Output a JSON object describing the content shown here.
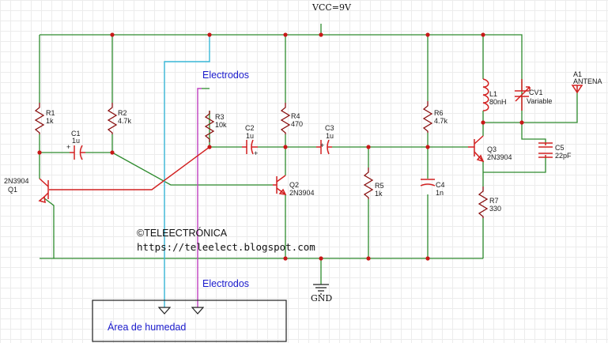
{
  "supply": {
    "label": "VCC=9V"
  },
  "ground": {
    "label": "GND"
  },
  "watermark": {
    "line1": "©TELEECTRÓNICA",
    "line2": "https://teleelect.blogspot.com"
  },
  "electrodes": {
    "top_label": "Electrodos",
    "bottom_label": "Electrodos",
    "area_label": "Área de humedad"
  },
  "antenna": {
    "ref": "A1",
    "name": "ANTENA"
  },
  "components": {
    "R1": {
      "ref": "R1",
      "value": "1k"
    },
    "R2": {
      "ref": "R2",
      "value": "4.7k"
    },
    "R3": {
      "ref": "R3",
      "value": "10k"
    },
    "R4": {
      "ref": "R4",
      "value": "470"
    },
    "R5": {
      "ref": "R5",
      "value": "1k"
    },
    "R6": {
      "ref": "R6",
      "value": "4.7k"
    },
    "R7": {
      "ref": "R7",
      "value": "330"
    },
    "C1": {
      "ref": "C1",
      "value": "1u"
    },
    "C2": {
      "ref": "C2",
      "value": "1u"
    },
    "C3": {
      "ref": "C3",
      "value": "1u"
    },
    "C4": {
      "ref": "C4",
      "value": "1n"
    },
    "C5": {
      "ref": "C5",
      "value": "22pF"
    },
    "CV1": {
      "ref": "CV1",
      "value": "Variable"
    },
    "L1": {
      "ref": "L1",
      "value": "80nH"
    },
    "Q1": {
      "ref": "Q1",
      "value": "2N3904"
    },
    "Q2": {
      "ref": "Q2",
      "value": "2N3904"
    },
    "Q3": {
      "ref": "Q3",
      "value": "2N3904"
    }
  },
  "colors": {
    "wire": "#2e8b2e",
    "component": "#d22020",
    "resistor": "#8a1010",
    "cyan_probe": "#3ab8d8",
    "magenta_probe": "#c040c0",
    "label_blue": "#1a1acc"
  }
}
